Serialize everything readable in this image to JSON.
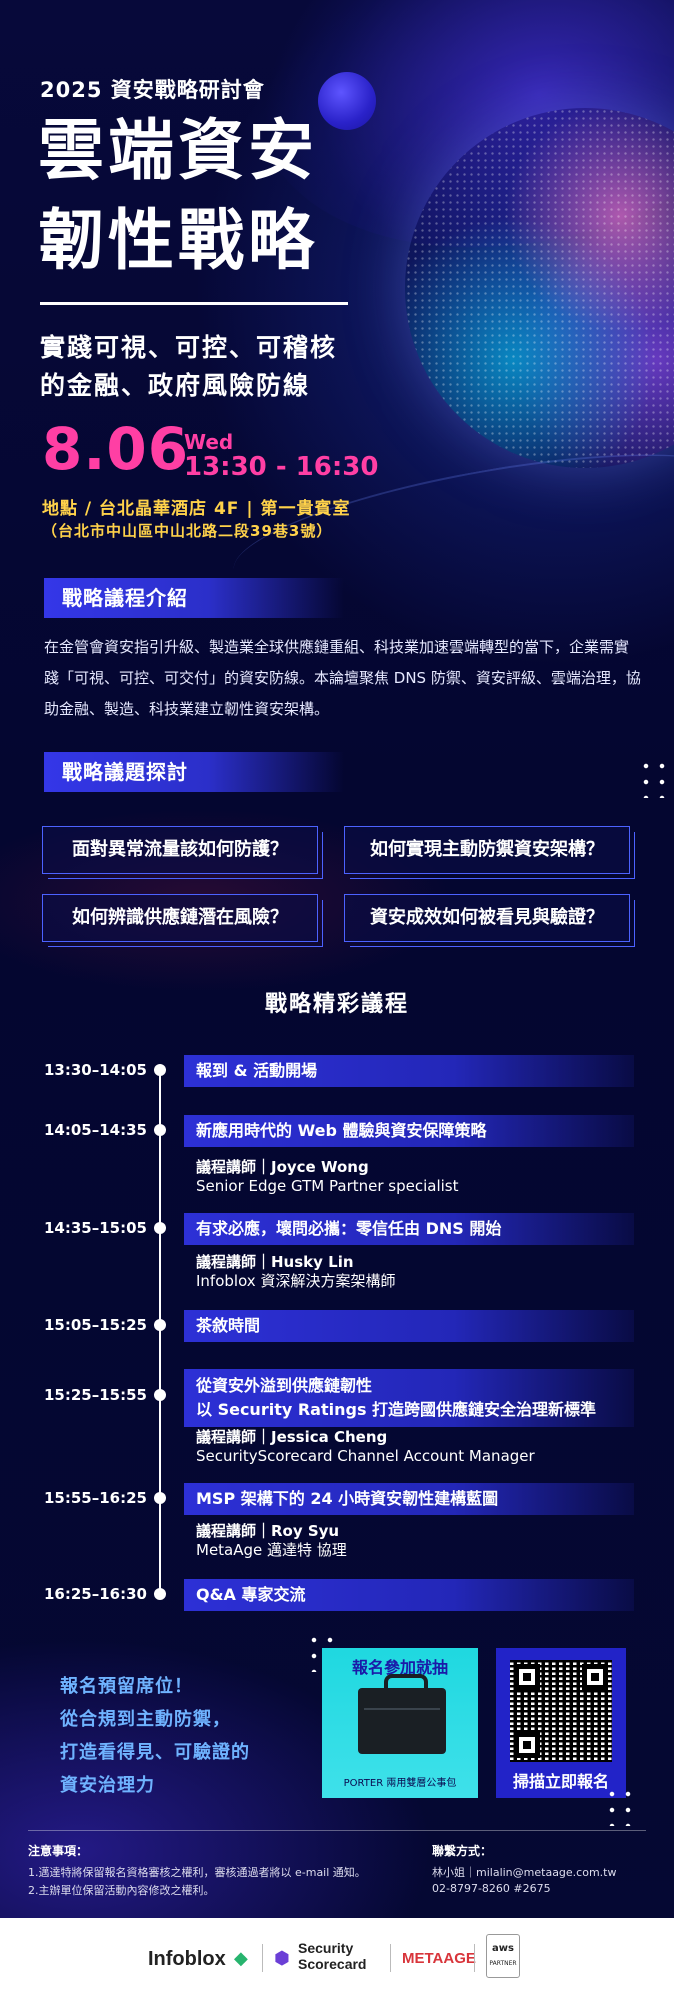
{
  "event": {
    "subtitle": "2025 資安戰略研討會",
    "title_line1": "雲端資安",
    "title_line2": "韌性戰略",
    "tagline_line1": "實踐可視、可控、可稽核",
    "tagline_line2": "的金融、政府風險防線",
    "date": "8.06",
    "weekday": "Wed",
    "time": "13:30 - 16:30",
    "venue": "地點 / 台北晶華酒店 4F | 第一貴賓室",
    "address": "（台北市中山區中山北路二段39巷3號）"
  },
  "intro": {
    "heading": "戰略議程介紹",
    "body": "在金管會資安指引升級、製造業全球供應鏈重組、科技業加速雲端轉型的當下，企業需實踐「可視、可控、可交付」的資安防線。本論壇聚焦 DNS 防禦、資安評級、雲端治理，協助金融、製造、科技業建立韌性資安架構。"
  },
  "topics": {
    "heading": "戰略議題探討",
    "items": [
      "面對異常流量該如何防護？",
      "如何實現主動防禦資安架構？",
      "如何辨識供應鏈潛在風險？",
      "資安成效如何被看見與驗證？"
    ]
  },
  "agenda": {
    "heading": "戰略精彩議程",
    "sessions": [
      {
        "time": "13:30–14:05",
        "title": "報到 & 活動開場"
      },
      {
        "time": "14:05–14:35",
        "title": "新應用時代的 Web 體驗與資安保障策略",
        "speaker_role": "議程講師｜Joyce Wong",
        "speaker_title": "Senior Edge GTM Partner specialist"
      },
      {
        "time": "14:35–15:05",
        "title": "有求必應，壞問必攜：零信任由 DNS 開始",
        "speaker_role": "議程講師｜Husky Lin",
        "speaker_title": "Infoblox 資深解決方案架構師"
      },
      {
        "time": "15:05–15:25",
        "title": "茶敘時間"
      },
      {
        "time": "15:25–15:55",
        "title": "從資安外溢到供應鏈韌性",
        "title_line2": "以 Security Ratings 打造跨國供應鏈安全治理新標準",
        "speaker_role": "議程講師｜Jessica Cheng",
        "speaker_title": "SecurityScorecard Channel Account Manager"
      },
      {
        "time": "15:55–16:25",
        "title": "MSP 架構下的 24 小時資安韌性建構藍圖",
        "speaker_role": "議程講師｜Roy Syu",
        "speaker_title": "MetaAge 邁達特 協理"
      },
      {
        "time": "16:25–16:30",
        "title": "Q&A 專家交流"
      }
    ]
  },
  "registration": {
    "line1": "報名預留席位！",
    "line2": "從合規到主動防禦，",
    "line3": "打造看得見、可驗證的",
    "line4": "資安治理力",
    "prize_heading": "報名參加就抽",
    "prize_caption": "PORTER 兩用雙層公事包",
    "qr_caption": "掃描立即報名"
  },
  "notes": {
    "title": "注意事項：",
    "items": [
      "1.邁達特將保留報名資格審核之權利，審核通過者將以 e-mail 通知。",
      "2.主辦單位保留活動內容修改之權利。"
    ]
  },
  "contact": {
    "title": "聯繫方式：",
    "line1": "林小姐｜milalin@metaage.com.tw",
    "line2": "02-8797-8260 #2675"
  },
  "sponsors": {
    "infoblox": "Infoblox",
    "securityscorecard_1": "Security",
    "securityscorecard_2": "Scorecard",
    "metaage": "METAAGE",
    "aws_1": "aws",
    "aws_2": "PARTNER"
  },
  "colors": {
    "background": "#050833",
    "accent_pink": "#ff3fa4",
    "accent_yellow": "#ffd24a",
    "accent_blue": "#2d30d6",
    "reg_text": "#6fb3ff",
    "prize_bg": "#1fd8e0"
  }
}
